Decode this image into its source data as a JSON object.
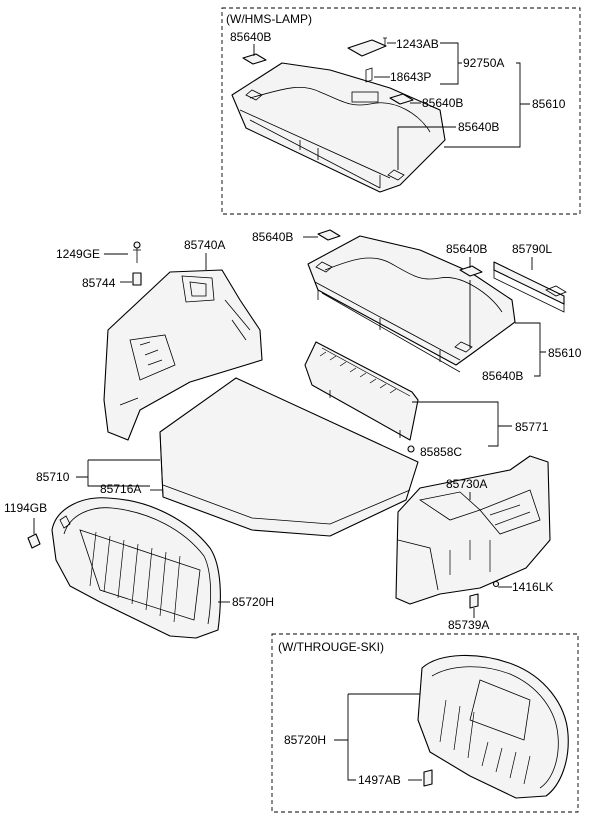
{
  "variant_boxes": {
    "hms_lamp": "(W/HMS-LAMP)",
    "through_ski": "(W/THROUGE-SKI)"
  },
  "labels": {
    "p85640B_top": "85640B",
    "p1243AB": "1243AB",
    "p92750A": "92750A",
    "p18643P": "18643P",
    "p85640B_top_mid": "85640B",
    "p85610_top": "85610",
    "p85640B_top_right": "85640B",
    "p1249GE": "1249GE",
    "p85740A": "85740A",
    "p85744": "85744",
    "p85640B_mid_left": "85640B",
    "p85640B_mid_right": "85640B",
    "p85790L": "85790L",
    "p85610_mid": "85610",
    "p85640B_mid_bottom": "85640B",
    "p85771": "85771",
    "p85858C": "85858C",
    "p85710": "85710",
    "p85716A": "85716A",
    "p85730A": "85730A",
    "p1194GB": "1194GB",
    "p1416LK": "1416LK",
    "p85720H": "85720H",
    "p85739A": "85739A",
    "p85720H_ski": "85720H",
    "p1497AB": "1497AB"
  }
}
